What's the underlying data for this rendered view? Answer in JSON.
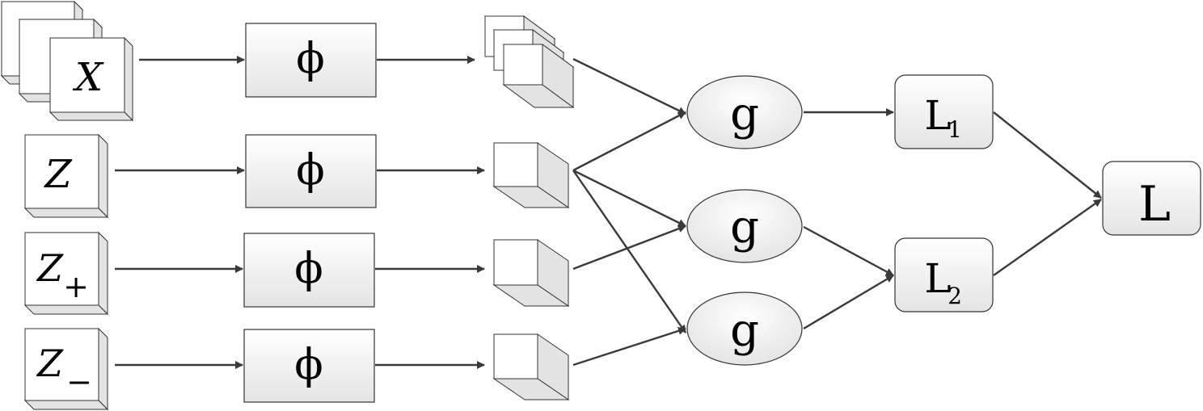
{
  "inputs": [
    {
      "label": "X",
      "subscript": ""
    },
    {
      "label": "Z",
      "subscript": ""
    },
    {
      "label": "Z",
      "subscript": "+"
    },
    {
      "label": "Z",
      "subscript": "−"
    }
  ],
  "encoder": {
    "label": "ϕ"
  },
  "combiner": {
    "label": "g"
  },
  "losses": [
    {
      "label": "L",
      "subscript": "1"
    },
    {
      "label": "L",
      "subscript": "2"
    }
  ],
  "total_loss": {
    "label": "L"
  },
  "colors": {
    "box_fill_top": "#ffffff",
    "box_fill_bottom": "#e6e6e6",
    "stroke": "#333333",
    "cube_side": "#e3e3e3",
    "cube_top": "#f2f2f2",
    "arrow": "#3a3a3a"
  }
}
